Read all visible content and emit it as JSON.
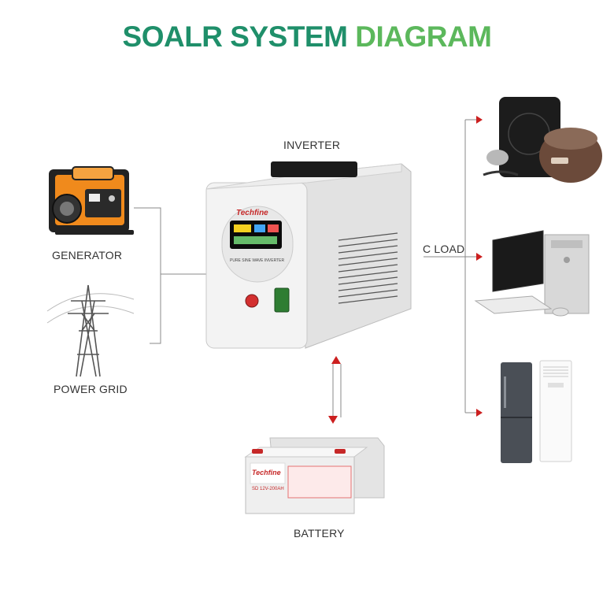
{
  "title": {
    "part1": "SOALR SYSTEM ",
    "part2": "DIAGRAM"
  },
  "labels": {
    "inverter": "INVERTER",
    "generator": "GENERATOR",
    "power_grid": "POWER GRID",
    "ac_load": "C LOAD",
    "battery": "BATTERY"
  },
  "inverter_brand": "Techfine",
  "inverter_model": "PURE SINE WAVE INVERTER",
  "battery_brand": "Techfine",
  "battery_model": "SD 12V-200AH",
  "colors": {
    "title_dark": "#1f8f6a",
    "title_light": "#5cb85c",
    "arrow": "#cc1f1f",
    "line": "#888888"
  }
}
